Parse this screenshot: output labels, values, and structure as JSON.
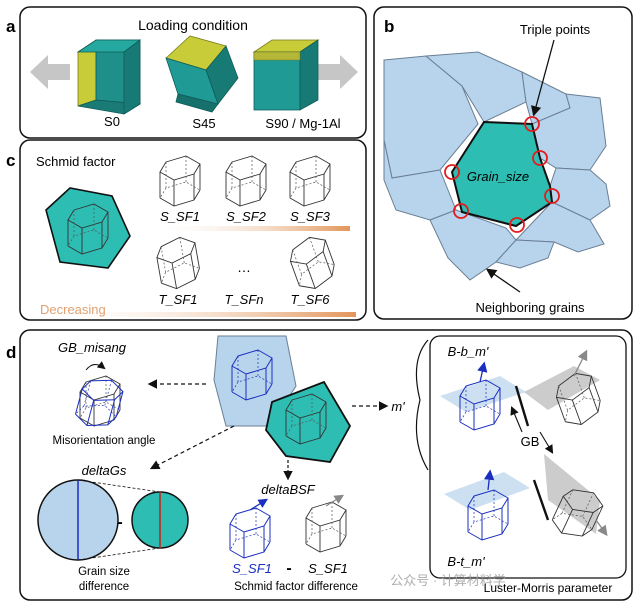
{
  "panels": {
    "a": {
      "letter": "a",
      "title": "Loading condition",
      "crystals": [
        {
          "label": "S0"
        },
        {
          "label": "S45"
        },
        {
          "label": "S90 / Mg-1Al"
        }
      ]
    },
    "b": {
      "letter": "b",
      "triple_points_label": "Triple points",
      "grain_size_label": "Grain_size",
      "neighbors_label": "Neighboring grains"
    },
    "c": {
      "letter": "c",
      "schmid_label": "Schmid factor",
      "s_labels": [
        "S_SF1",
        "S_SF2",
        "S_SF3"
      ],
      "t_labels": [
        "T_SF1",
        "T_SFn",
        "T_SF6"
      ],
      "ellipsis": "…",
      "decreasing_label": "Decreasing"
    },
    "d": {
      "letter": "d",
      "gb_misang_label": "GB_misang",
      "misorientation_label": "Misorientation angle",
      "deltaGs_label": "deltaGs",
      "minus_sign": "-",
      "grain_size_diff_label": [
        "Grain size",
        "difference"
      ],
      "deltaBSF_label": "deltaBSF",
      "s_sf1_blue": "S_SF1",
      "s_sf1_black": "S_SF1",
      "schmid_diff_label": "Schmid factor difference",
      "m_prime_label": "m'",
      "bbm_label": "B-b_m'",
      "gb_label": "GB",
      "btm_label": "B-t_m'",
      "luster_label": "Luster-Morris parameter"
    }
  },
  "watermark": "公众号 · 计算材料学",
  "colors": {
    "teal": "#2ebdb3",
    "teal_dark": "#1f8f8a",
    "olive": "#c9cc39",
    "olive_dark": "#8e911f",
    "grain_blue": "#b8d3ec",
    "grain_blue_edge": "#6a7f94",
    "triple_red": "#e21c1c",
    "arrow_orange": "#e0a070",
    "crystal_blue": "#1a2fbf",
    "grey_arrow": "#b5b5b5",
    "panel_border": "#111111"
  },
  "icons": [
    "left-arrow-icon",
    "right-arrow-icon",
    "crystal-icon",
    "triple-point-marker-icon"
  ]
}
